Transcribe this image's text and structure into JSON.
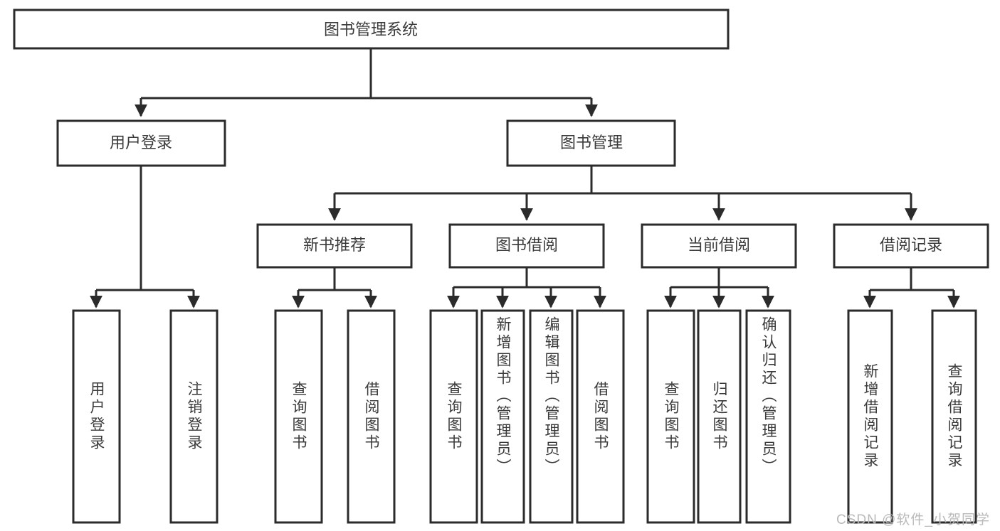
{
  "diagram": {
    "type": "tree-hierarchy",
    "title": "图书管理系统",
    "watermark": "CSDN @软件_小贺同学",
    "colors": {
      "background": "#ffffff",
      "stroke": "#2b2b2b",
      "text": "#3a3a3a",
      "watermark": "#b9b9b9"
    },
    "nodes": {
      "root": {
        "label": "图书管理系统",
        "orientation": "horizontal"
      },
      "level2": [
        {
          "id": "user-login",
          "label": "用户登录",
          "orientation": "horizontal"
        },
        {
          "id": "book-manage",
          "label": "图书管理",
          "orientation": "horizontal"
        }
      ],
      "level3": [
        {
          "id": "new-book-recommend",
          "label": "新书推荐",
          "orientation": "horizontal"
        },
        {
          "id": "book-borrow",
          "label": "图书借阅",
          "orientation": "horizontal"
        },
        {
          "id": "current-borrow",
          "label": "当前借阅",
          "orientation": "horizontal"
        },
        {
          "id": "borrow-record",
          "label": "借阅记录",
          "orientation": "horizontal"
        }
      ],
      "leaves": {
        "user-login": [
          {
            "id": "leaf-user-login",
            "label": "用户登录",
            "orientation": "vertical"
          },
          {
            "id": "leaf-logout",
            "label": "注销登录",
            "orientation": "vertical"
          }
        ],
        "new-book-recommend": [
          {
            "id": "leaf-query-book-1",
            "label": "查询图书",
            "orientation": "vertical"
          },
          {
            "id": "leaf-borrow-book-1",
            "label": "借阅图书",
            "orientation": "vertical"
          }
        ],
        "book-borrow": [
          {
            "id": "leaf-query-book-2",
            "label": "查询图书",
            "orientation": "vertical"
          },
          {
            "id": "leaf-add-book",
            "label": "新增图书（管理员）",
            "orientation": "vertical"
          },
          {
            "id": "leaf-edit-book",
            "label": "编辑图书（管理员）",
            "orientation": "vertical"
          },
          {
            "id": "leaf-borrow-book-2",
            "label": "借阅图书",
            "orientation": "vertical"
          }
        ],
        "current-borrow": [
          {
            "id": "leaf-query-book-3",
            "label": "查询图书",
            "orientation": "vertical"
          },
          {
            "id": "leaf-return-book",
            "label": "归还图书",
            "orientation": "vertical"
          },
          {
            "id": "leaf-confirm-return",
            "label": "确认归还（管理员）",
            "orientation": "vertical"
          }
        ],
        "borrow-record": [
          {
            "id": "leaf-add-record",
            "label": "新增借阅记录",
            "orientation": "vertical"
          },
          {
            "id": "leaf-query-record",
            "label": "查询借阅记录",
            "orientation": "vertical"
          }
        ]
      }
    }
  }
}
